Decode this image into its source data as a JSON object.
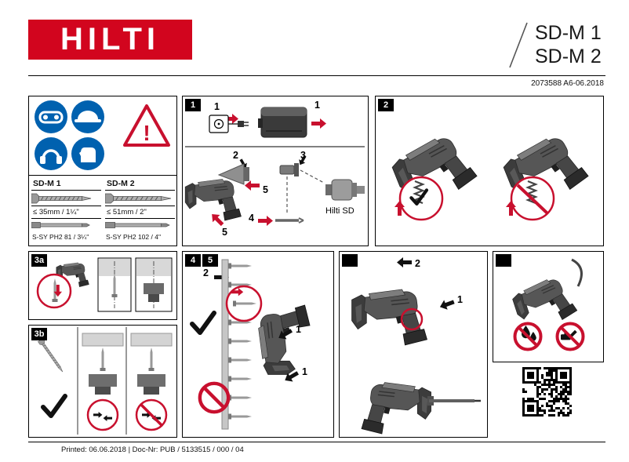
{
  "header": {
    "logo_text": "HILTI",
    "model_1": "SD-M 1",
    "model_2": "SD-M 2",
    "doc_ref": "2073588 A6-06.2018"
  },
  "specs": {
    "model_1": {
      "name": "SD-M 1",
      "max_length": "≤ 35mm / 1¼\"",
      "screw_type": "S-SY PH2 81 / 3¼\""
    },
    "model_2": {
      "name": "SD-M 2",
      "max_length": "≤ 51mm / 2\"",
      "screw_type": "S-SY PH2 102 / 4\""
    }
  },
  "panels": {
    "p1": {
      "label": "1",
      "callout_charger": "1",
      "callout_battery": "1",
      "callout_nosepiece": "2",
      "callout_bitholder": "3",
      "callout_bit": "4",
      "callout_magazine": "5",
      "callout_magazine2": "5",
      "bit_caption": "Hilti SD"
    },
    "p2": {
      "label": "2"
    },
    "p3a": {
      "label": "3a"
    },
    "p3b": {
      "label": "3b"
    },
    "p45": {
      "label_4": "4",
      "label_5": "5",
      "callout_strip": "2",
      "callout_insert": "1",
      "callout_insert2": "1"
    },
    "p6": {
      "label": "",
      "callout_release": "2",
      "callout_trigger": "1"
    },
    "p7": {
      "label": ""
    }
  },
  "footer": {
    "printed": "Printed: 06.06.2018 | Doc-Nr: PUB / 5133515 / 000 / 04"
  }
}
